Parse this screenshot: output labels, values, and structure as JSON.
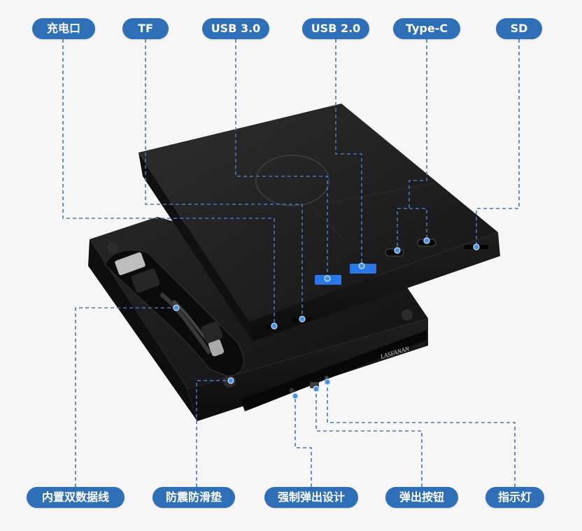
{
  "colors": {
    "pill_background": "#2f6fb8",
    "pill_text": "#ffffff",
    "leader_line": "#3d7ac4",
    "device_body": "#1c1c1c",
    "usb3_port": "#2a78e8"
  },
  "brand_mark": "LASFANAN",
  "top_labels": {
    "charging_port": "充电口",
    "tf": "TF",
    "usb3": "USB 3.0",
    "usb2": "USB 2.0",
    "type_c": "Type-C",
    "sd": "SD"
  },
  "bottom_labels": {
    "built_in_cable": "内置双数据线",
    "anti_shock_pad": "防震防滑垫",
    "force_eject": "强制弹出设计",
    "eject_button": "弹出按钮",
    "indicator": "指示灯"
  },
  "icons": [
    "usb-plug-icon",
    "type-c-plug-icon"
  ]
}
